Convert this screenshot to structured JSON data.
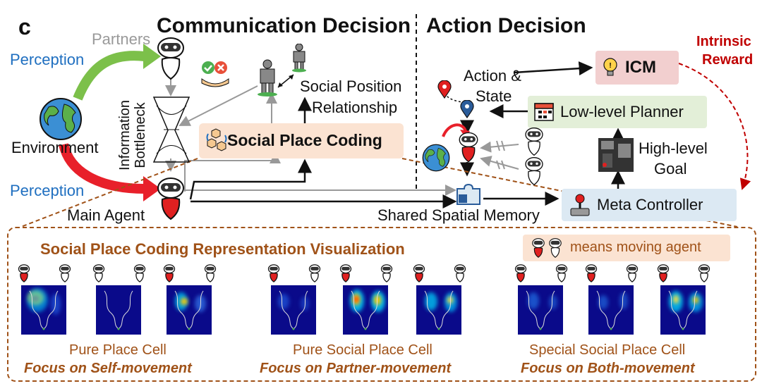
{
  "panel_letter": "c",
  "headers": {
    "communication": "Communication Decision",
    "action": "Action Decision"
  },
  "labels": {
    "partners": "Partners",
    "perception_top": "Perception",
    "perception_bottom": "Perception",
    "environment": "Environment",
    "main_agent": "Main Agent",
    "information_bottleneck": "Information Bottleneck",
    "social_position_line1": "Social Position",
    "social_position_line2": "Relationship",
    "social_place_coding": "Social Place Coding",
    "action_state_line1": "Action &",
    "action_state_line2": "State",
    "icm": "ICM",
    "intrinsic_reward_line1": "Intrinsic",
    "intrinsic_reward_line2": "Reward",
    "low_level_planner": "Low-level Planner",
    "high_level_goal_line1": "High-level",
    "high_level_goal_line2": "Goal",
    "meta_controller": "Meta Controller",
    "shared_spatial_memory": "Shared Spatial Memory"
  },
  "visualization": {
    "title": "Social Place Coding Representation Visualization",
    "legend": "means moving agent",
    "groups": [
      {
        "name": "Pure Place Cell",
        "focus": "Focus on Self-movement"
      },
      {
        "name": "Pure Social Place Cell",
        "focus": "Focus on Partner-movement"
      },
      {
        "name": "Special Social Place Cell",
        "focus": "Focus on Both-movement"
      }
    ]
  },
  "colors": {
    "perception_blue": "#1f6fc0",
    "intrinsic_red": "#c00000",
    "brown": "#a05218",
    "spc_fill": "#fbe3d2",
    "icm_fill": "#f2cfcf",
    "planner_fill": "#e3efd8",
    "meta_fill": "#dce9f3",
    "legend_fill": "#fbe3d2",
    "agent_red": "#e02020",
    "green_arrow": "#7cc04a",
    "red_arrow": "#e8202a"
  },
  "icons": [
    "robot-icon",
    "globe-icon",
    "hourglass-icon",
    "person-icon",
    "lightbulb-icon",
    "calendar-icon",
    "joystick-icon",
    "puzzle-icon",
    "location-pin-icon",
    "grid-map-icon",
    "hex-network-icon",
    "check-cross-hands-icon"
  ]
}
